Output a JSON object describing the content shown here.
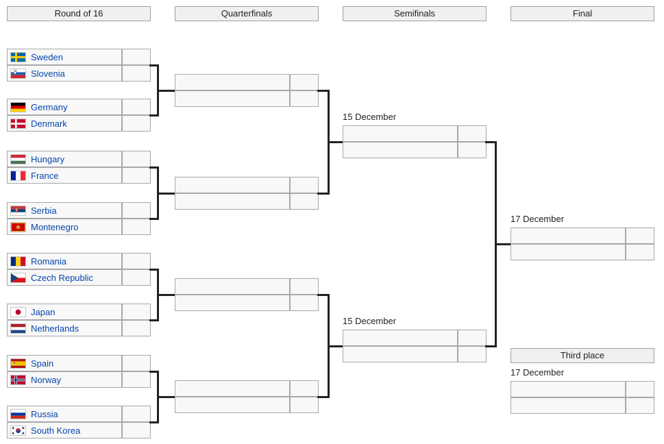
{
  "colors": {
    "link_blue": "#0645ad",
    "box_background": "#f8f8f8",
    "header_background": "#f0f0f0",
    "border_gray": "#a8a8a8",
    "connector_black": "#222222"
  },
  "headers": {
    "round_of_16": "Round of 16",
    "quarterfinals": "Quarterfinals",
    "semifinals": "Semifinals",
    "final": "Final",
    "third_place": "Third place"
  },
  "round_of_16": {
    "matches": [
      {
        "team1": {
          "name": "Sweden",
          "flag": "sweden",
          "score": ""
        },
        "team2": {
          "name": "Slovenia",
          "flag": "slovenia",
          "score": ""
        }
      },
      {
        "team1": {
          "name": "Germany",
          "flag": "germany",
          "score": ""
        },
        "team2": {
          "name": "Denmark",
          "flag": "denmark",
          "score": ""
        }
      },
      {
        "team1": {
          "name": "Hungary",
          "flag": "hungary",
          "score": ""
        },
        "team2": {
          "name": "France",
          "flag": "france",
          "score": ""
        }
      },
      {
        "team1": {
          "name": "Serbia",
          "flag": "serbia",
          "score": ""
        },
        "team2": {
          "name": "Montenegro",
          "flag": "montenegro",
          "score": ""
        }
      },
      {
        "team1": {
          "name": "Romania",
          "flag": "romania",
          "score": ""
        },
        "team2": {
          "name": "Czech Republic",
          "flag": "czech-republic",
          "score": ""
        }
      },
      {
        "team1": {
          "name": "Japan",
          "flag": "japan",
          "score": ""
        },
        "team2": {
          "name": "Netherlands",
          "flag": "netherlands",
          "score": ""
        }
      },
      {
        "team1": {
          "name": "Spain",
          "flag": "spain",
          "score": ""
        },
        "team2": {
          "name": "Norway",
          "flag": "norway",
          "score": ""
        }
      },
      {
        "team1": {
          "name": "Russia",
          "flag": "russia",
          "score": ""
        },
        "team2": {
          "name": "South Korea",
          "flag": "south-korea",
          "score": ""
        }
      }
    ]
  },
  "quarterfinals": {
    "matches": [
      {
        "team1": {
          "name": "",
          "score": ""
        },
        "team2": {
          "name": "",
          "score": ""
        }
      },
      {
        "team1": {
          "name": "",
          "score": ""
        },
        "team2": {
          "name": "",
          "score": ""
        }
      },
      {
        "team1": {
          "name": "",
          "score": ""
        },
        "team2": {
          "name": "",
          "score": ""
        }
      },
      {
        "team1": {
          "name": "",
          "score": ""
        },
        "team2": {
          "name": "",
          "score": ""
        }
      }
    ]
  },
  "semifinals": {
    "matches": [
      {
        "date": "15 December",
        "team1": {
          "name": "",
          "score": ""
        },
        "team2": {
          "name": "",
          "score": ""
        }
      },
      {
        "date": "15 December",
        "team1": {
          "name": "",
          "score": ""
        },
        "team2": {
          "name": "",
          "score": ""
        }
      }
    ]
  },
  "final": {
    "date": "17 December",
    "team1": {
      "name": "",
      "score": ""
    },
    "team2": {
      "name": "",
      "score": ""
    }
  },
  "third_place": {
    "date": "17 December",
    "team1": {
      "name": "",
      "score": ""
    },
    "team2": {
      "name": "",
      "score": ""
    }
  }
}
